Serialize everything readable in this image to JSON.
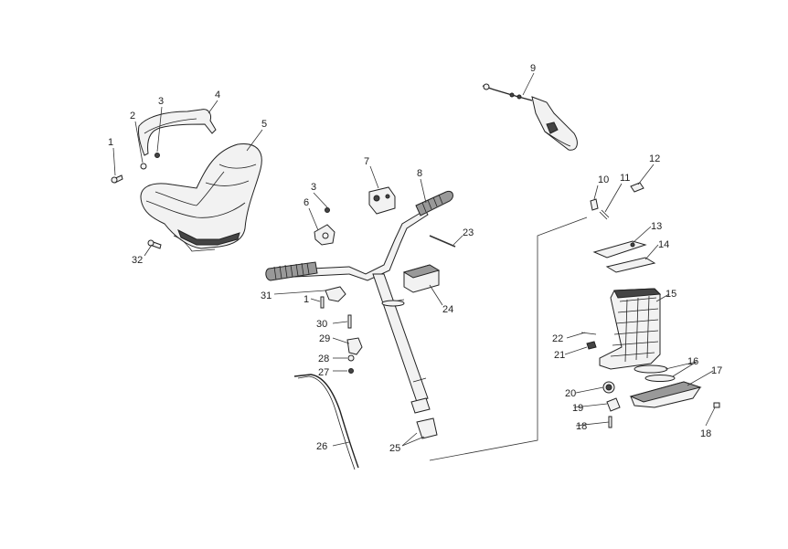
{
  "labels": [
    {
      "id": "l1a",
      "text": "1"
    },
    {
      "id": "l2",
      "text": "2"
    },
    {
      "id": "l3a",
      "text": "3"
    },
    {
      "id": "l4",
      "text": "4"
    },
    {
      "id": "l5",
      "text": "5"
    },
    {
      "id": "l32",
      "text": "32"
    },
    {
      "id": "l3b",
      "text": "3"
    },
    {
      "id": "l6",
      "text": "6"
    },
    {
      "id": "l7",
      "text": "7"
    },
    {
      "id": "l8",
      "text": "8"
    },
    {
      "id": "l9",
      "text": "9"
    },
    {
      "id": "l23",
      "text": "23"
    },
    {
      "id": "l31",
      "text": "31"
    },
    {
      "id": "l1b",
      "text": "1"
    },
    {
      "id": "l24",
      "text": "24"
    },
    {
      "id": "l30",
      "text": "30"
    },
    {
      "id": "l29",
      "text": "29"
    },
    {
      "id": "l28",
      "text": "28"
    },
    {
      "id": "l27",
      "text": "27"
    },
    {
      "id": "l26",
      "text": "26"
    },
    {
      "id": "l25",
      "text": "25"
    },
    {
      "id": "l10",
      "text": "10"
    },
    {
      "id": "l11",
      "text": "11"
    },
    {
      "id": "l12",
      "text": "12"
    },
    {
      "id": "l13",
      "text": "13"
    },
    {
      "id": "l14",
      "text": "14"
    },
    {
      "id": "l15",
      "text": "15"
    },
    {
      "id": "l22",
      "text": "22"
    },
    {
      "id": "l21",
      "text": "21"
    },
    {
      "id": "l16",
      "text": "16"
    },
    {
      "id": "l17",
      "text": "17"
    },
    {
      "id": "l20",
      "text": "20"
    },
    {
      "id": "l19",
      "text": "19"
    },
    {
      "id": "l18a",
      "text": "18"
    },
    {
      "id": "l18b",
      "text": "18"
    }
  ]
}
